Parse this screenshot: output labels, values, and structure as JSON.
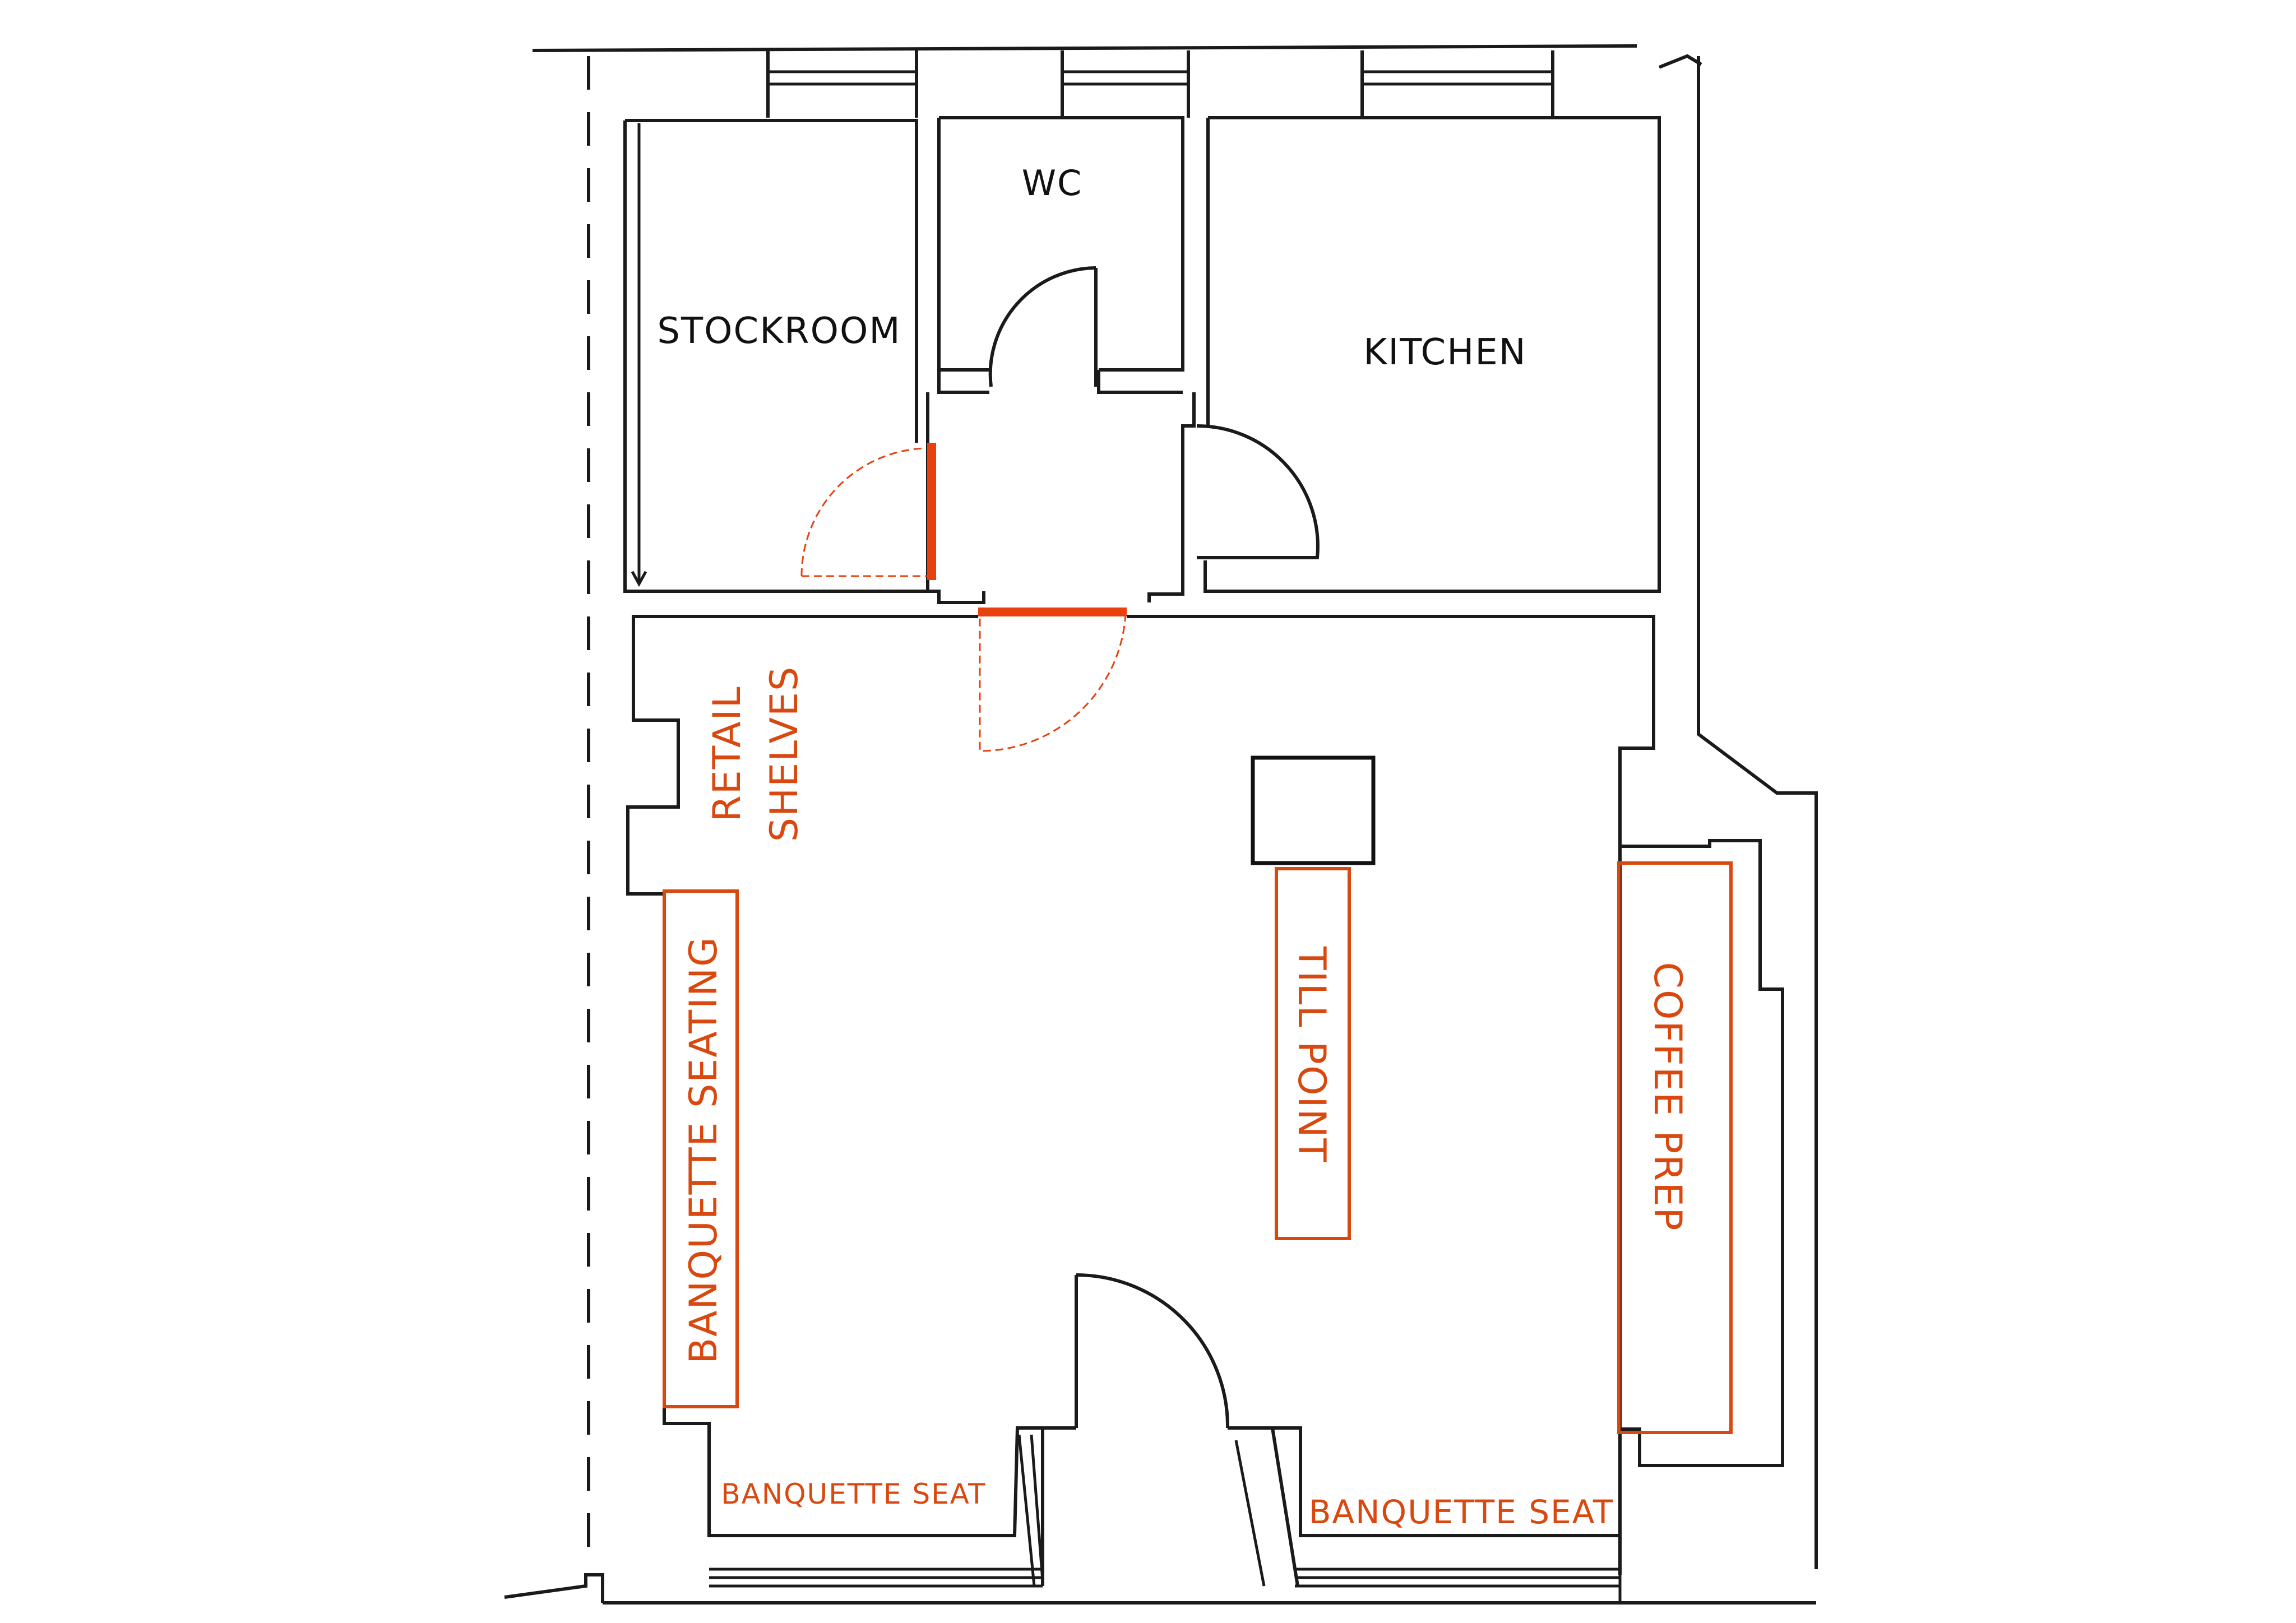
{
  "rooms": {
    "wc": "WC",
    "stockroom": "STOCKROOM",
    "kitchen": "KITCHEN"
  },
  "zones": {
    "retail_line1": "RETAIL",
    "retail_line2": "SHELVES",
    "banquette_seating": "BANQUETTE SEATING",
    "till_point": "TILL POINT",
    "coffee_prep": "COFFEE PREP",
    "banquette_seat_left": "BANQUETTE SEAT",
    "banquette_seat_right": "BANQUETTE SEAT"
  },
  "colors": {
    "walls": "#1a1a1a",
    "proposed": "#d9480f",
    "background": "#ffffff"
  }
}
